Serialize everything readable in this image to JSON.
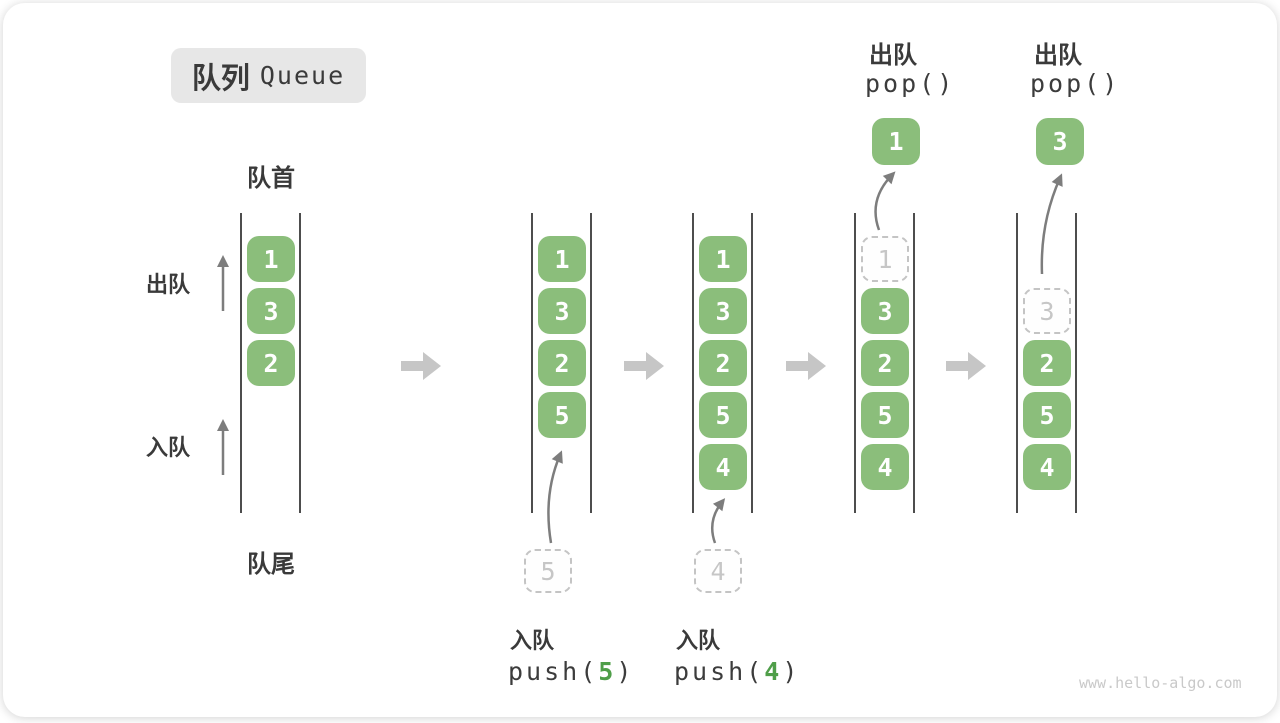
{
  "title": {
    "zh": "队列",
    "en": "Queue"
  },
  "side_labels": {
    "front": "队首",
    "rear": "队尾",
    "dequeue": "出队",
    "enqueue": "入队"
  },
  "states": [
    {
      "cells": [
        "1",
        "3",
        "2"
      ]
    },
    {
      "cells": [
        "1",
        "3",
        "2",
        "5"
      ],
      "incoming_value": "5"
    },
    {
      "cells": [
        "1",
        "3",
        "2",
        "5",
        "4"
      ],
      "incoming_value": "4"
    },
    {
      "cells": [
        "3",
        "2",
        "5",
        "4"
      ],
      "removed_value": "1",
      "popped_value": "1"
    },
    {
      "cells": [
        "2",
        "5",
        "4"
      ],
      "removed_value": "3",
      "popped_value": "3"
    }
  ],
  "operations": {
    "enqueue_5": {
      "name": "入队",
      "code_fn": "push(",
      "code_arg": "5",
      "code_close": ")"
    },
    "enqueue_4": {
      "name": "入队",
      "code_fn": "push(",
      "code_arg": "4",
      "code_close": ")"
    },
    "dequeue_1": {
      "name": "出队",
      "code": "pop()"
    },
    "dequeue_3": {
      "name": "出队",
      "code": "pop()"
    }
  },
  "icons": {
    "state_transition": "block-right-arrow",
    "dequeue_direction": "thin-up-arrow",
    "enqueue_direction": "thin-up-arrow",
    "push_motion": "curved-up-arrow",
    "pop_motion": "curved-up-arrow"
  },
  "colors": {
    "cell_green": "#8bbe7b",
    "code_arg_green": "#4f9e49",
    "transition_arrow_gray": "#c6c6c6",
    "motion_arrow_gray": "#7d7d7d",
    "title_bg": "#e7e7e7",
    "ghost_gray": "#c6c6c6",
    "text_dark": "#3a3a3a"
  },
  "watermark": "www.hello-algo.com"
}
